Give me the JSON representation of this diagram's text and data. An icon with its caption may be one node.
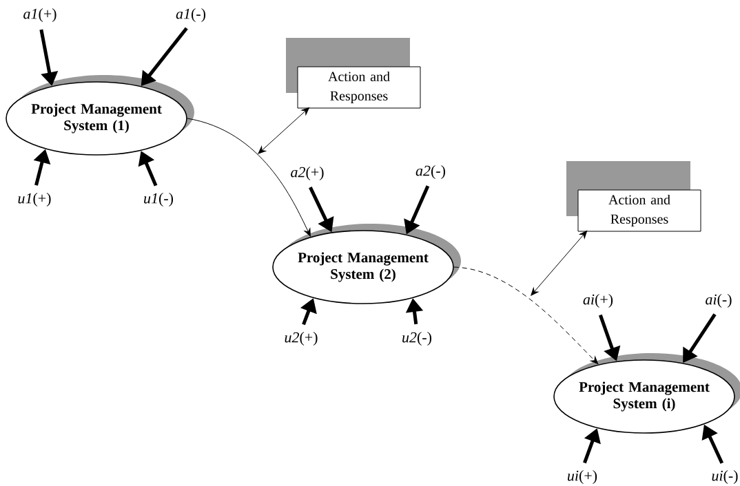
{
  "diagram": {
    "nodes": [
      {
        "text": [
          "Project Management System (1)"
        ]
      },
      {
        "text": [
          "Action and Responses"
        ]
      },
      {
        "text": [
          "Project Management System (2)"
        ]
      },
      {
        "text": [
          "Action and Responses"
        ]
      },
      {
        "text": [
          "Project Management System (i)"
        ]
      },
      {
        "text": [
          "*a1*(+)"
        ]
      },
      {
        "text": [
          "*a1*(-)"
        ]
      },
      {
        "text": [
          "*u1*(+)"
        ]
      },
      {
        "text": [
          "*u1*(-)"
        ]
      },
      {
        "text": [
          "*a2*(+)"
        ]
      },
      {
        "text": [
          "*a2*(-)"
        ]
      },
      {
        "text": [
          "*u2*(+)"
        ]
      },
      {
        "text": [
          "*u2*(-)"
        ]
      },
      {
        "text": [
          "*ai*(+)"
        ]
      },
      {
        "text": [
          "*ai*(-)"
        ]
      },
      {
        "text": [
          "*ui*(+)"
        ]
      },
      {
        "text": [
          "*ui*(-)"
        ]
      }
    ],
    "edges": [
      {
        "from": 0,
        "to": 2,
        "arrow": "to"
      },
      {
        "from": 1,
        "to": null,
        "arrow": "both"
      },
      {
        "from": 2,
        "to": 4,
        "arrow": "to",
        "style": "dashed"
      },
      {
        "from": 3,
        "to": null,
        "arrow": "both"
      },
      {
        "from": 5,
        "to": 0,
        "arrow": "to"
      },
      {
        "from": 6,
        "to": 0,
        "arrow": "to"
      },
      {
        "from": 7,
        "to": 0,
        "arrow": "to"
      },
      {
        "from": 8,
        "to": 0,
        "arrow": "to"
      },
      {
        "from": 9,
        "to": 2,
        "arrow": "to"
      },
      {
        "from": 10,
        "to": 2,
        "arrow": "to"
      },
      {
        "from": 11,
        "to": 2,
        "arrow": "to"
      },
      {
        "from": 12,
        "to": 2,
        "arrow": "to"
      },
      {
        "from": 13,
        "to": 4,
        "arrow": "to"
      },
      {
        "from": 14,
        "to": 4,
        "arrow": "to"
      },
      {
        "from": 15,
        "to": 4,
        "arrow": "to"
      },
      {
        "from": 16,
        "to": 4,
        "arrow": "to"
      }
    ]
  }
}
